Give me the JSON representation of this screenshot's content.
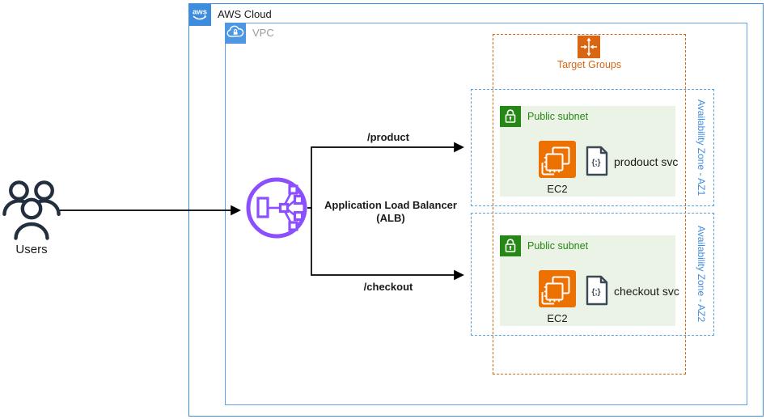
{
  "aws_cloud_label": "AWS Cloud",
  "aws_logo_text": "aws",
  "vpc_label": "VPC",
  "users_label": "Users",
  "alb": {
    "line1": "Application Load Balancer",
    "line2": "(ALB)"
  },
  "routes": [
    {
      "label": "/product"
    },
    {
      "label": "/checkout"
    }
  ],
  "target_groups_label": "Target Groups",
  "azs": [
    {
      "label": "Availability Zone - AZ1",
      "subnet_label": "Public subnet",
      "ec2_label": "EC2",
      "doc_glyph": "{;}",
      "service_label": "prodouct svc"
    },
    {
      "label": "Availability Zone - AZ2",
      "subnet_label": "Public subnet",
      "ec2_label": "EC2",
      "doc_glyph": "{;}",
      "service_label": "checkout svc"
    }
  ],
  "colors": {
    "aws_border_blue": "#3E8DDD",
    "vpc_border_blue": "#61A1E8",
    "az_dash_blue": "#55A1E0",
    "az_text_blue": "#3E8DDD",
    "target_orange": "#D86613",
    "ec2_orange": "#ED7100",
    "subnet_green": "#248814",
    "subnet_bg_green": "#EBF3E6",
    "alb_purple": "#8C4FFF",
    "users_dark": "#232F3E",
    "arrow_black": "#000000"
  }
}
